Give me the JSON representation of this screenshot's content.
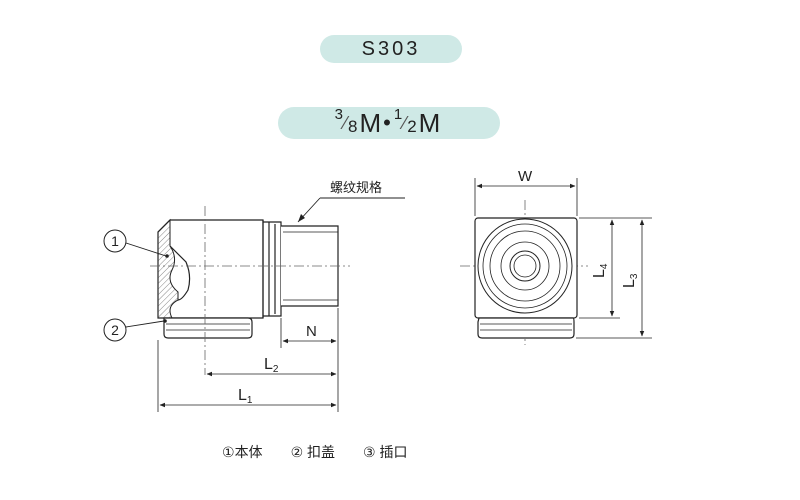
{
  "header": {
    "model": "S303",
    "size": {
      "n1": "3",
      "d1": "8",
      "u1": "M",
      "sep": "•",
      "n2": "1",
      "d2": "2",
      "u2": "M"
    }
  },
  "drawing": {
    "thread_spec_label": "螺纹规格",
    "callouts": [
      {
        "number": "1"
      },
      {
        "number": "2"
      }
    ],
    "dims": {
      "W": "W",
      "N": "N",
      "L1": "L",
      "L1_sub": "1",
      "L2": "L",
      "L2_sub": "2",
      "L3": "L",
      "L3_sub": "3",
      "L4": "L",
      "L4_sub": "4"
    }
  },
  "legend": [
    {
      "mark": "①",
      "label": "本体"
    },
    {
      "mark": "②",
      "label": "扣盖"
    },
    {
      "mark": "③",
      "label": "插口"
    }
  ]
}
